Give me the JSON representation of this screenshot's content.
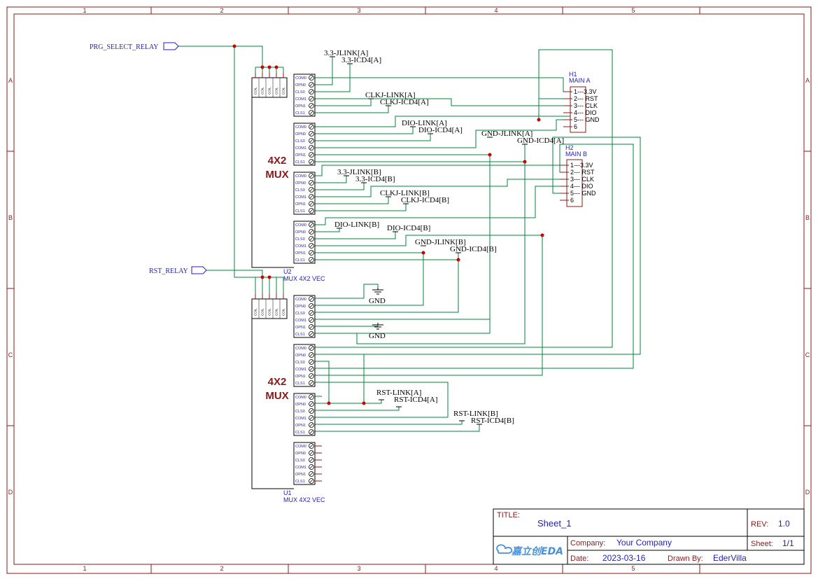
{
  "colors": {
    "frame": "#8b1a1a",
    "wire": "#00843d",
    "junction": "#cc0000",
    "label_blue": "#1e1ec8",
    "mux_text": "#8b1a1a"
  },
  "zones": {
    "columns": [
      "1",
      "2",
      "3",
      "4",
      "5"
    ],
    "rows": [
      "A",
      "B",
      "C",
      "D"
    ]
  },
  "flags": {
    "prg": "PRG_SELECT_RELAY",
    "rst": "RST_RELAY"
  },
  "pins": [
    "COM",
    "OPN",
    "CLS"
  ],
  "coils": [
    "COIL",
    "COIL",
    "COIL",
    "COIL",
    "COIL"
  ],
  "mux": {
    "line1": "4X2",
    "line2": "MUX"
  },
  "u2": {
    "ref": "U2",
    "value": "MUX 4X2 VEC"
  },
  "u1": {
    "ref": "U1",
    "value": "MUX 4X2 VEC"
  },
  "nets": {
    "n33_jlink_a": "3.3-JLINK[A]",
    "n33_icd4_a": "3.3-ICD4[A]",
    "clkj_link_a": "CLKJ-LINK[A]",
    "clkj_icd4_a": "CLKJ-ICD4[A]",
    "dio_link_a": "DIO-LINK[A]",
    "dio_icd4_a": "DIO-ICD4[A]",
    "gnd_jlink_a": "GND-JLINK[A]",
    "gnd_icd4_a": "GND-ICD4[A]",
    "n33_jlink_b": "3.3-JLINK[B]",
    "n33_icd4_b": "3.3-ICD4[B]",
    "clkj_link_b": "CLKJ-LINK[B]",
    "clkj_icd4_b": "CLKJ-ICD4[B]",
    "dio_link_b": "DIO-LINK[B]",
    "dio_icd4_b": "DIO-ICD4[B]",
    "gnd_jlink_b": "GND-JLINK[B]",
    "gnd_icd4_b": "GND-ICD4[B]",
    "rst_link_a": "RST-LINK[A]",
    "rst_icd4_a": "RST-ICD4[A]",
    "rst_link_b": "RST-LINK[B]",
    "rst_icd4_b": "RST-ICD4[B]",
    "gnd": "GND"
  },
  "h1": {
    "ref": "H1",
    "name": "MAIN A",
    "pins": [
      "1---3.3V",
      "2--- RST",
      "3--- CLK",
      "4--- DIO",
      "5--- GND",
      "6"
    ]
  },
  "h2": {
    "ref": "H2",
    "name": "MAIN B",
    "pins": [
      "1---3.3V",
      "2--- RST",
      "3--- CLK",
      "4--- DIO",
      "5--- GND",
      "6"
    ]
  },
  "title_block": {
    "title_label": "TITLE:",
    "title": "Sheet_1",
    "rev_label": "REV:",
    "rev": "1.0",
    "company_label": "Company:",
    "company": "Your Company",
    "sheet_label": "Sheet:",
    "sheet": "1/1",
    "date_label": "Date:",
    "date": "2023-03-16",
    "drawn_label": "Drawn By:",
    "drawn_by": "EderVilla",
    "logo_text": "嘉立创EDA"
  }
}
